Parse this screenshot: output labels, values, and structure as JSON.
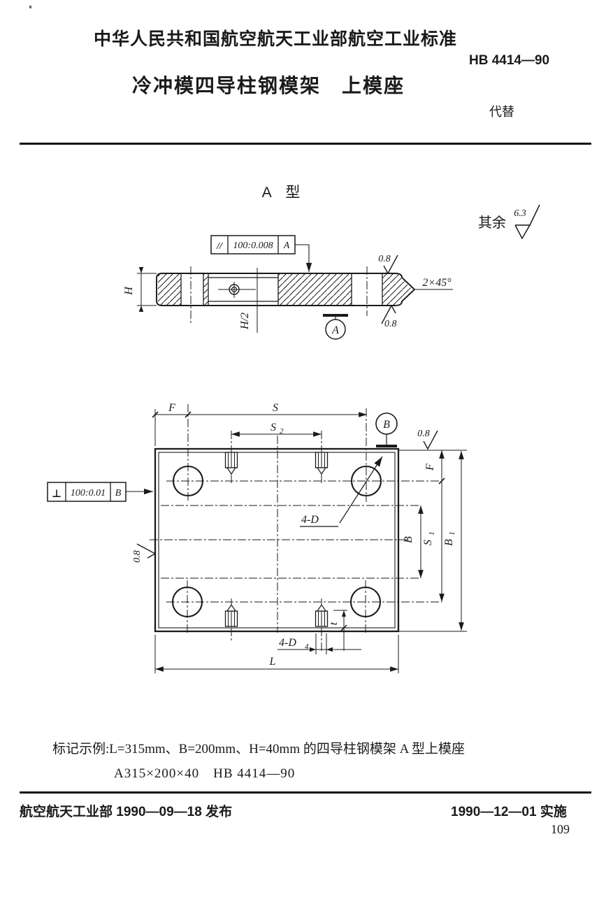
{
  "header": {
    "org_standard_line": "中华人民共和国航空航天工业部航空工业标准",
    "standard_code": "HB 4414—90",
    "doc_title": "冷冲模四导柱钢模架　上模座",
    "replaces_label": "代替"
  },
  "figure": {
    "type_label": "A　型",
    "general_roughness_prefix": "其余",
    "general_roughness_value": "6.3",
    "section": {
      "parallelism_symbol": "//",
      "parallelism_value": "100:0.008",
      "parallelism_datum": "A",
      "height_label": "H",
      "half_height_label": "H/2",
      "chamfer_label": "2×45°",
      "roughness_top": "0.8",
      "roughness_bottom": "0.8",
      "datum_label": "A"
    },
    "plan": {
      "dim_f_top": "F",
      "dim_s": "S",
      "dim_s2_main": "S",
      "dim_s2_sub": "2",
      "datum_circle_label": "B",
      "roughness_top_right": "0.8",
      "roughness_left": "0.8",
      "dim_f_right": "F",
      "dim_b": "B",
      "dim_s1_main": "S",
      "dim_s1_sub": "1",
      "dim_b1_main": "B",
      "dim_b1_sub": "1",
      "holes_label": "4-D",
      "screw_holes_main": "4-D",
      "screw_holes_sub": "4",
      "thread_depth_label": "t",
      "dim_l": "L",
      "perpendicularity_symbol": "⊥",
      "perpendicularity_value": "100:0.01",
      "perpendicularity_datum": "B"
    }
  },
  "marking_example": {
    "line1": "标记示例:L=315mm、B=200mm、H=40mm 的四导柱钢模架 A 型上模座",
    "line2": "A315×200×40　HB 4414—90"
  },
  "footer": {
    "issued": "航空航天工业部 1990—09—18 发布",
    "implemented": "1990—12—01 实施",
    "page_number": "109"
  }
}
